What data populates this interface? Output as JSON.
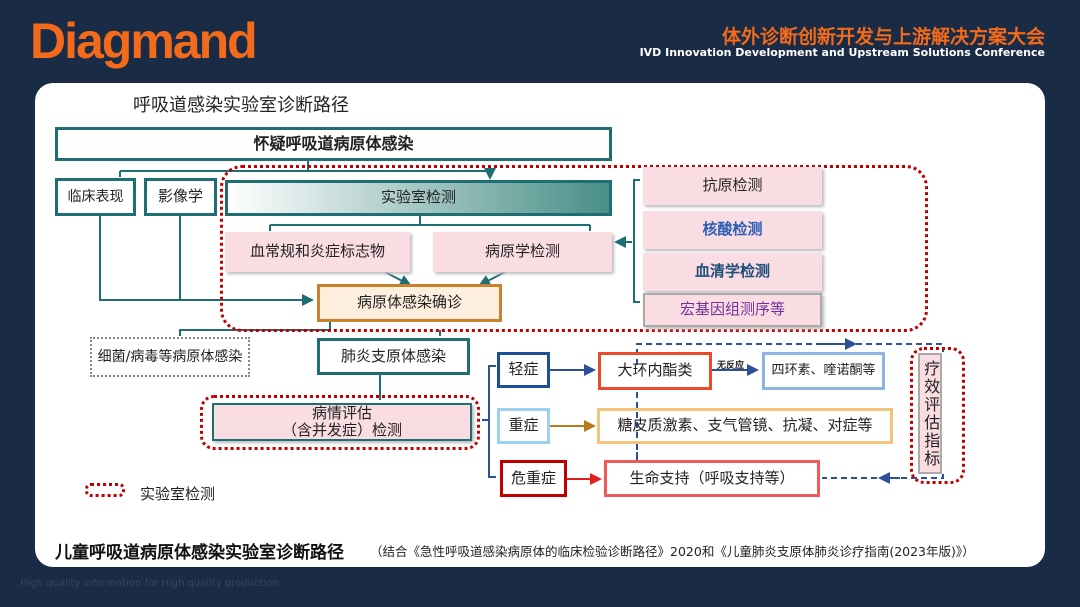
{
  "header": {
    "logo": "Diagmand",
    "conference_cn": "体外诊断创新开发与上游解决方案大会",
    "conference_en": "IVD Innovation Development and Upstream Solutions Conference"
  },
  "slide": {
    "title": "呼吸道感染实验室诊断路径",
    "suspect": "怀疑呼吸道病原体感染",
    "clinical": "临床表现",
    "imaging": "影像学",
    "lab_test": "实验室检测",
    "blood_routine": "血常规和炎症标志物",
    "pathogen_test": "病原学检测",
    "confirm": "病原体感染确诊",
    "methods": [
      {
        "label": "抗原检测",
        "color": "#222222"
      },
      {
        "label": "核酸检测",
        "color": "#2e5fb5"
      },
      {
        "label": "血清学检测",
        "color": "#1f4e79"
      },
      {
        "label": "宏基因组测序等",
        "color": "#7030a0"
      }
    ],
    "bacteria_virus": "细菌/病毒等病原体感染",
    "mycoplasma": "肺炎支原体感染",
    "assessment": "病情评估\n（含并发症）检测",
    "mild": "轻症",
    "severe": "重症",
    "critical": "危重症",
    "macrolide": "大环内酯类",
    "no_response": "无反应",
    "tetracycline": "四环素、喹诺酮等",
    "steroid": "糖皮质激素、支气管镜、抗凝、对症等",
    "life_support": "生命支持（呼吸支持等）",
    "efficacy": "疗效评估指标",
    "legend": "实验室检测"
  },
  "footer": {
    "main": "儿童呼吸道病原体感染实验室诊断路径",
    "note": "（结合《急性呼吸道感染病原体的临床检验诊断路径》2020和《儿童肺炎支原体肺炎诊疗指南(2023年版)》）",
    "tagline": "High quality information for High quality production"
  }
}
